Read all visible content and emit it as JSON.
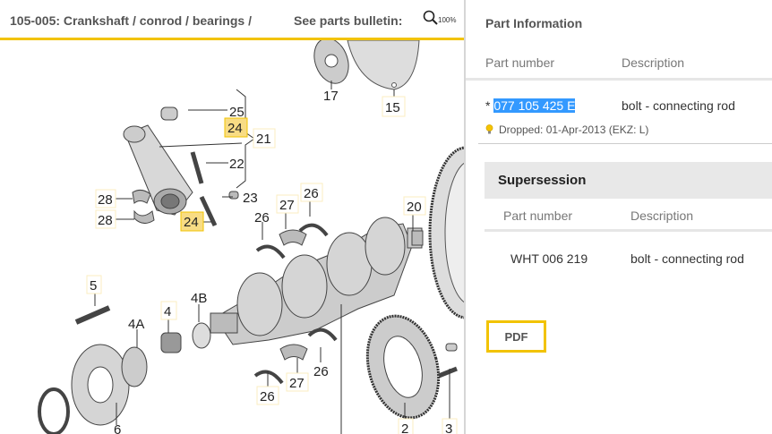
{
  "header": {
    "breadcrumb": "105-005: Crankshaft / conrod / bearings /",
    "bulletin_label": "See parts bulletin:",
    "zoom_level": "100%",
    "accent_color": "#f2c300"
  },
  "diagram": {
    "callouts": [
      {
        "label": "25",
        "highlighted": false
      },
      {
        "label": "24",
        "highlighted": true
      },
      {
        "label": "21",
        "highlighted": false
      },
      {
        "label": "22",
        "highlighted": false
      },
      {
        "label": "23",
        "highlighted": false
      },
      {
        "label": "24",
        "highlighted": true
      },
      {
        "label": "28",
        "highlighted": false
      },
      {
        "label": "28",
        "highlighted": false
      },
      {
        "label": "17",
        "highlighted": false
      },
      {
        "label": "15",
        "highlighted": false
      },
      {
        "label": "26",
        "highlighted": false
      },
      {
        "label": "27",
        "highlighted": false
      },
      {
        "label": "26",
        "highlighted": false
      },
      {
        "label": "20",
        "highlighted": false
      },
      {
        "label": "5",
        "highlighted": false
      },
      {
        "label": "4A",
        "highlighted": false
      },
      {
        "label": "4",
        "highlighted": false
      },
      {
        "label": "4B",
        "highlighted": false
      },
      {
        "label": "6",
        "highlighted": false
      },
      {
        "label": "26",
        "highlighted": false
      },
      {
        "label": "27",
        "highlighted": false
      },
      {
        "label": "26",
        "highlighted": false
      },
      {
        "label": "2",
        "highlighted": false
      },
      {
        "label": "3",
        "highlighted": false
      }
    ]
  },
  "part_info": {
    "title": "Part Information",
    "col_part_number": "Part number",
    "col_description": "Description",
    "row": {
      "prefix": "*",
      "part_number": "077 105 425 E",
      "description": "bolt - connecting rod",
      "note": "Dropped: 01-Apr-2013 (EKZ: L)",
      "note_icon": "lightbulb-icon"
    }
  },
  "supersession": {
    "title": "Supersession",
    "col_part_number": "Part number",
    "col_description": "Description",
    "rows": [
      {
        "part_number": "WHT 006 219",
        "description": "bolt - connecting rod"
      }
    ]
  },
  "actions": {
    "pdf_label": "PDF"
  }
}
